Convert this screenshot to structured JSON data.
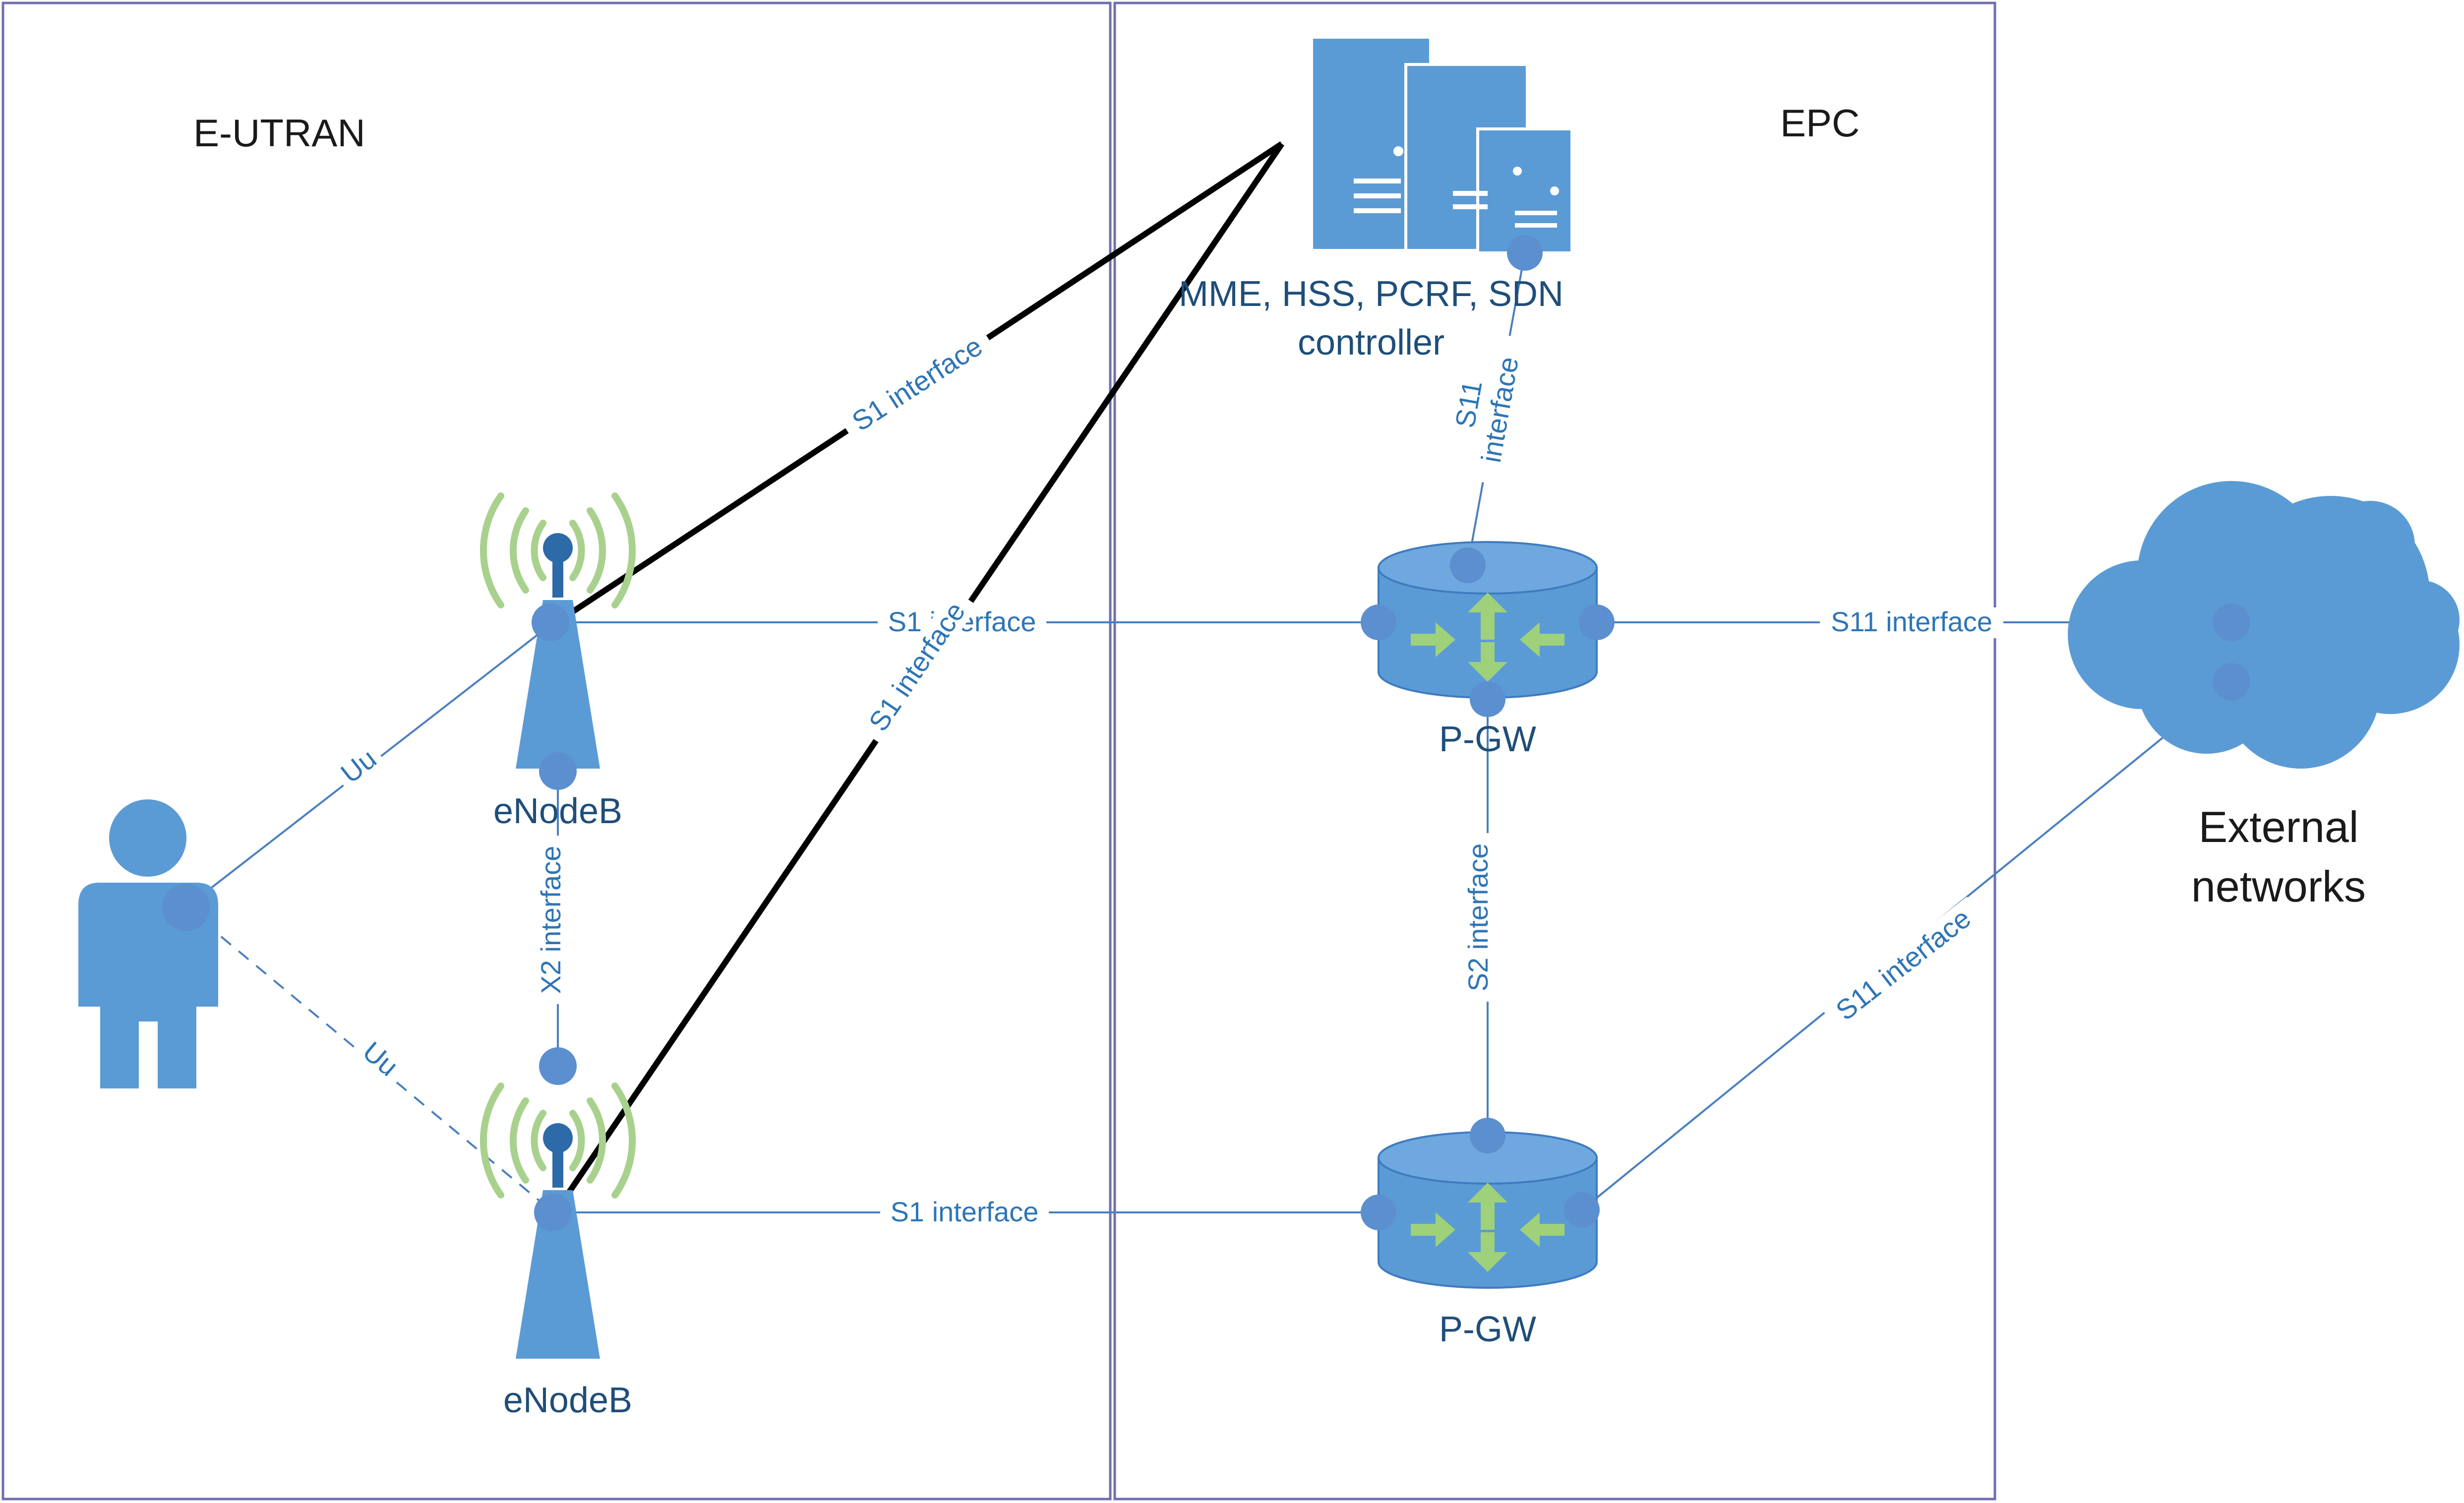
{
  "regions": {
    "eutran": {
      "title": "E-UTRAN"
    },
    "epc": {
      "title": "EPC"
    }
  },
  "nodes": {
    "core_servers": {
      "label_line1": "MME, HSS, PCRF, SDN",
      "label_line2": "controller"
    },
    "enodeb_top": {
      "label": "eNodeB"
    },
    "enodeb_bottom": {
      "label": "eNodeB"
    },
    "pgw_top": {
      "label": "P-GW"
    },
    "pgw_bottom": {
      "label": "P-GW"
    },
    "external": {
      "label_line1": "External",
      "label_line2": "networks"
    },
    "user": {
      "icon": "person-icon"
    }
  },
  "edges": {
    "s1_control_top": "S1 interface",
    "s1_control_bottom": "S1 interface",
    "s1_user_top": "S1 interface",
    "s1_user_bottom": "S1 interface",
    "s11_core": {
      "line1": "S11",
      "line2": "interface"
    },
    "s11_ext_top": "S11 interface",
    "s11_ext_bottom": "S11 interface",
    "s2": "S2 interface",
    "x2": "X2 interface",
    "uu_top": "Uu",
    "uu_bottom": "Uu"
  },
  "colors": {
    "icon_blue": "#5b9bd5",
    "line_blue": "#4a7fbf",
    "signal_green": "#a9d18e",
    "control_line": "#000000"
  }
}
